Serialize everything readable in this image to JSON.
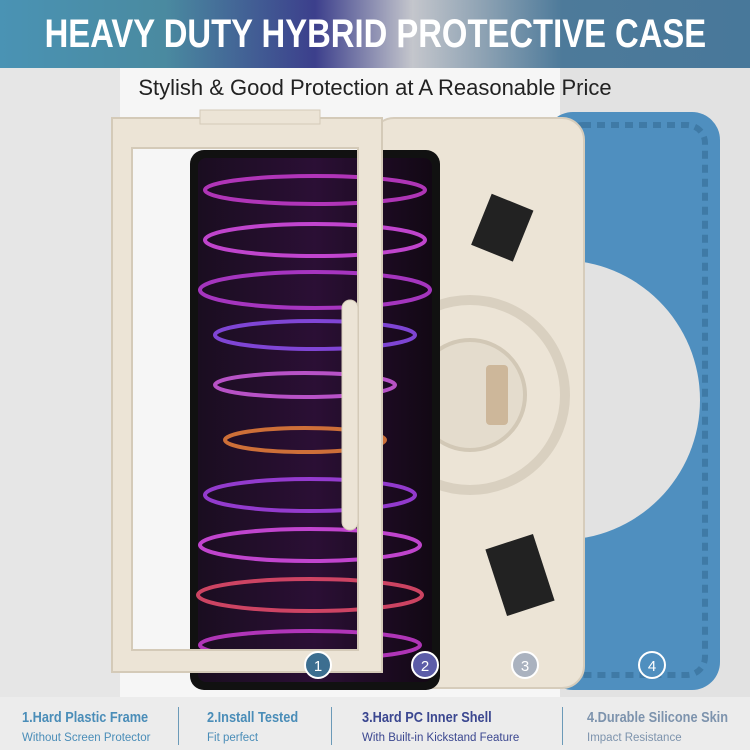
{
  "header": {
    "title": "HEAVY DUTY HYBRID PROTECTIVE CASE"
  },
  "subtitle": "Stylish & Good Protection at A Reasonable Price",
  "colors": {
    "frame": "#ece4d6",
    "skin": "#4f8fbf",
    "header_blue": "#4a93b4",
    "header_indigo": "#3c3f8c"
  },
  "badges": [
    "1",
    "2",
    "3",
    "4"
  ],
  "features": [
    {
      "title": "1.Hard Plastic Frame",
      "desc": "Without Screen Protector",
      "color": "#4a8db8"
    },
    {
      "title": "2.Install Tested",
      "desc": "Fit perfect",
      "color": "#4a8db8"
    },
    {
      "title": "3.Hard PC Inner Shell",
      "desc": "With Built-in Kickstand Feature",
      "color": "#3b4790"
    },
    {
      "title": "4.Durable Silicone Skin",
      "desc": "Impact Resistance",
      "color": "#7d93ad"
    }
  ]
}
